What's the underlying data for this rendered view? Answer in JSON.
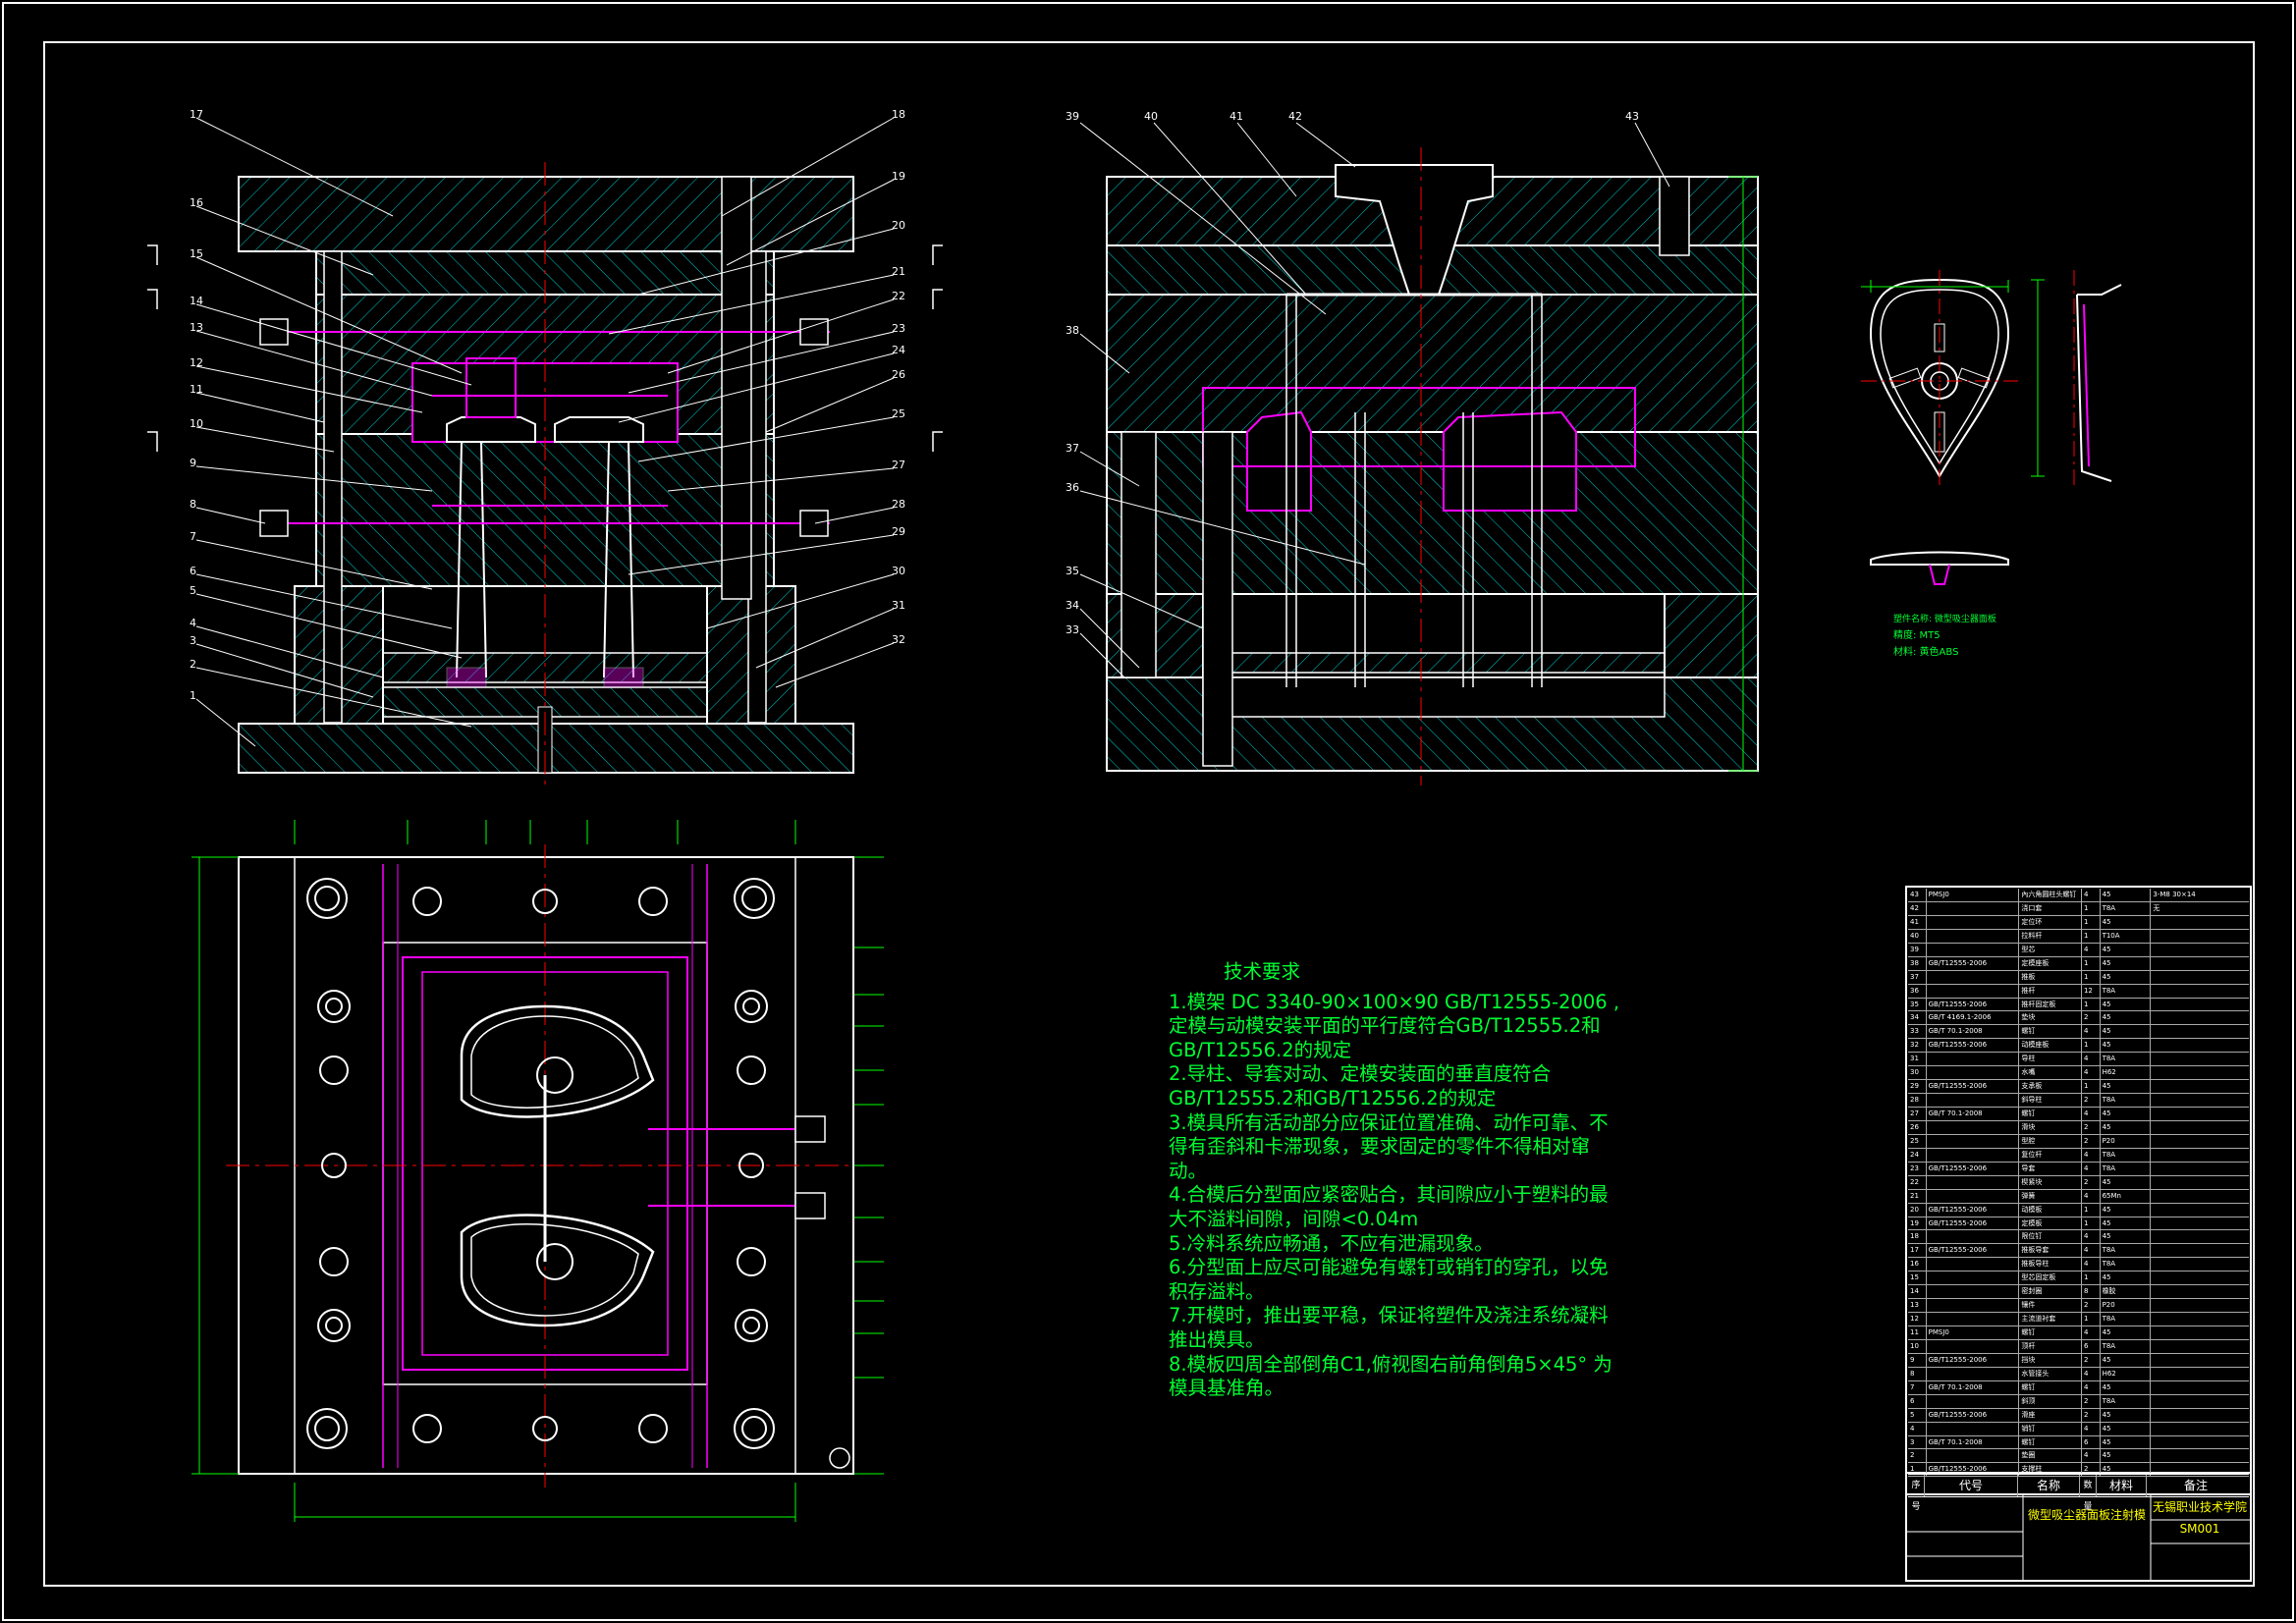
{
  "drawing": {
    "section_left_labels": [
      "17",
      "16",
      "15",
      "14",
      "13",
      "12",
      "11",
      "10",
      "9",
      "8",
      "7",
      "6",
      "5",
      "4",
      "3",
      "2",
      "1"
    ],
    "section_right_labels": [
      "18",
      "19",
      "20",
      "21",
      "22",
      "23",
      "24",
      "26",
      "25",
      "27",
      "28",
      "29",
      "30",
      "31",
      "32"
    ],
    "section2_top_labels": [
      "39",
      "40",
      "41",
      "42",
      "43"
    ],
    "section2_left_labels": [
      "38",
      "37",
      "36",
      "35",
      "34",
      "33"
    ],
    "part_notes": [
      "塑件名称: 微型吸尘器面板",
      "精度: MT5",
      "材料: 黄色ABS"
    ],
    "colors": {
      "frame": "#ffffff",
      "hatch": "#00ffff",
      "parts": "#ff00ff",
      "center": "#ff0000",
      "dim": "#00ff00",
      "text": "#00ff33",
      "titleblock": "#ffff00"
    }
  },
  "tech_requirements": {
    "title": "技术要求",
    "items": [
      "1.模架 DC 3340-90×100×90  GB/T12555-2006 ,定模与动模安装平面的平行度符合GB/T12555.2和GB/T12556.2的规定",
      "2.导柱、导套对动、定模安装面的垂直度符合GB/T12555.2和GB/T12556.2的规定",
      "3.模具所有活动部分应保证位置准确、动作可靠、不得有歪斜和卡滞现象，要求固定的零件不得相对窜动。",
      "4.合模后分型面应紧密贴合，其间隙应小于塑料的最大不溢料间隙，间隙<0.04m",
      "5.冷料系统应畅通，不应有泄漏现象。",
      "6.分型面上应尽可能避免有螺钉或销钉的穿孔，以免积存溢料。",
      "7.开模时，推出要平稳，保证将塑件及浇注系统凝料推出模具。",
      "8.模板四周全部倒角C1,俯视图右前角倒角5×45° 为模具基准角。"
    ]
  },
  "bom": {
    "header": {
      "no": "序号",
      "code": "代号",
      "name": "名称",
      "qty": "数量",
      "material": "材料",
      "note": "备注"
    },
    "rows": [
      [
        "43",
        "PMSJ0",
        "內六角圆柱头螺钉",
        "4",
        "45",
        "3-M8 30×14"
      ],
      [
        "42",
        "",
        "浇口套",
        "1",
        "T8A",
        "无"
      ],
      [
        "41",
        "",
        "定位环",
        "1",
        "45",
        ""
      ],
      [
        "40",
        "",
        "拉料杆",
        "1",
        "T10A",
        ""
      ],
      [
        "39",
        "",
        "型芯",
        "4",
        "45",
        ""
      ],
      [
        "38",
        "GB/T12555-2006",
        "定模座板",
        "1",
        "45",
        ""
      ],
      [
        "37",
        "",
        "推板",
        "1",
        "45",
        ""
      ],
      [
        "36",
        "",
        "推杆",
        "12",
        "T8A",
        ""
      ],
      [
        "35",
        "GB/T12555-2006",
        "推杆固定板",
        "1",
        "45",
        ""
      ],
      [
        "34",
        "GB/T 4169.1-2006",
        "垫块",
        "2",
        "45",
        ""
      ],
      [
        "33",
        "GB/T 70.1-2008",
        "螺钉",
        "4",
        "45",
        ""
      ],
      [
        "32",
        "GB/T12555-2006",
        "动模座板",
        "1",
        "45",
        ""
      ],
      [
        "31",
        "",
        "导柱",
        "4",
        "T8A",
        ""
      ],
      [
        "30",
        "",
        "水嘴",
        "4",
        "H62",
        ""
      ],
      [
        "29",
        "GB/T12555-2006",
        "支承板",
        "1",
        "45",
        ""
      ],
      [
        "28",
        "",
        "斜导柱",
        "2",
        "T8A",
        ""
      ],
      [
        "27",
        "GB/T 70.1-2008",
        "螺钉",
        "4",
        "45",
        ""
      ],
      [
        "26",
        "",
        "滑块",
        "2",
        "45",
        ""
      ],
      [
        "25",
        "",
        "型腔",
        "2",
        "P20",
        ""
      ],
      [
        "24",
        "",
        "复位杆",
        "4",
        "T8A",
        ""
      ],
      [
        "23",
        "GB/T12555-2006",
        "导套",
        "4",
        "T8A",
        ""
      ],
      [
        "22",
        "",
        "楔紧块",
        "2",
        "45",
        ""
      ],
      [
        "21",
        "",
        "弹簧",
        "4",
        "65Mn",
        ""
      ],
      [
        "20",
        "GB/T12555-2006",
        "动模板",
        "1",
        "45",
        ""
      ],
      [
        "19",
        "GB/T12555-2006",
        "定模板",
        "1",
        "45",
        ""
      ],
      [
        "18",
        "",
        "限位钉",
        "4",
        "45",
        ""
      ],
      [
        "17",
        "GB/T12555-2006",
        "推板导套",
        "4",
        "T8A",
        ""
      ],
      [
        "16",
        "",
        "推板导柱",
        "4",
        "T8A",
        ""
      ],
      [
        "15",
        "",
        "型芯固定板",
        "1",
        "45",
        ""
      ],
      [
        "14",
        "",
        "密封圈",
        "8",
        "橡胶",
        ""
      ],
      [
        "13",
        "",
        "镶件",
        "2",
        "P20",
        ""
      ],
      [
        "12",
        "",
        "主流道衬套",
        "1",
        "T8A",
        ""
      ],
      [
        "11",
        "PMSJ0",
        "螺钉",
        "4",
        "45",
        ""
      ],
      [
        "10",
        "",
        "顶杆",
        "6",
        "T8A",
        ""
      ],
      [
        "9",
        "GB/T12555-2006",
        "挡块",
        "2",
        "45",
        ""
      ],
      [
        "8",
        "",
        "水管接头",
        "4",
        "H62",
        ""
      ],
      [
        "7",
        "GB/T 70.1-2008",
        "螺钉",
        "4",
        "45",
        ""
      ],
      [
        "6",
        "",
        "斜顶",
        "2",
        "T8A",
        ""
      ],
      [
        "5",
        "GB/T12555-2006",
        "滑座",
        "2",
        "45",
        ""
      ],
      [
        "4",
        "",
        "销钉",
        "4",
        "45",
        ""
      ],
      [
        "3",
        "GB/T 70.1-2008",
        "螺钉",
        "6",
        "45",
        ""
      ],
      [
        "2",
        "",
        "垫圈",
        "4",
        "45",
        ""
      ],
      [
        "1",
        "GB/T12555-2006",
        "支撑柱",
        "2",
        "45",
        ""
      ]
    ]
  },
  "title_block": {
    "drawing_title": "微型吸尘器面板注射模",
    "company": "无锡职业技术学院",
    "drawing_code": "SM001"
  }
}
